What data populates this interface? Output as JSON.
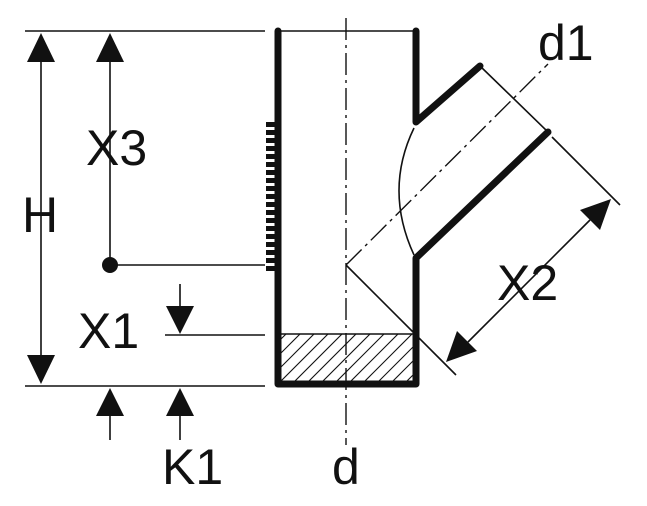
{
  "labels": {
    "h": "H",
    "x3": "X3",
    "x1": "X1",
    "x2": "X2",
    "k1": "K1",
    "d": "d",
    "d1": "d1"
  },
  "colors": {
    "line": "#111111",
    "background": "#ffffff"
  }
}
